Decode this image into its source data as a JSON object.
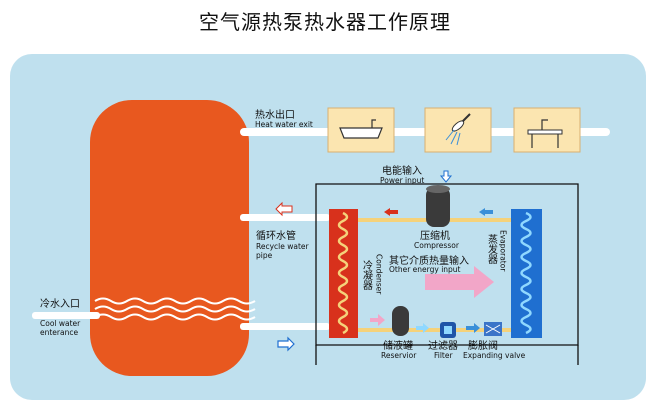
{
  "title": "空气源热泵热水器工作原理",
  "labels": {
    "hot_outlet_zh": "热水出口",
    "hot_outlet_en": "Heat water exit",
    "power_input_zh": "电能输入",
    "power_input_en": "Power input",
    "compressor_zh": "压缩机",
    "compressor_en": "Compressor",
    "recycle_zh": "循环水管",
    "recycle_en_1": "Recycle water",
    "recycle_en_2": "pipe",
    "condenser_zh": "冷凝器",
    "condenser_en": "Condenser",
    "other_energy_zh": "其它介质热量输入",
    "other_energy_en": "Other energy input",
    "evaporator_zh": "蒸发器",
    "evaporator_en": "Evaporator",
    "cool_inlet_zh": "冷水入口",
    "cool_inlet_en_1": "Cool water",
    "cool_inlet_en_2": "enterance",
    "reservior_zh": "储液罐",
    "reservior_en": "Reservior",
    "filter_zh": "过滤器",
    "filter_en": "Filter",
    "valve_zh": "膨胀阀",
    "valve_en": "Expanding valve"
  },
  "icons": [
    "bathtub-icon",
    "shower-icon",
    "sink-icon"
  ],
  "colors": {
    "panel": "#bfe0ee",
    "tank": "#e8581f",
    "condenser": "#d8311c",
    "evaporator": "#1f6fd0",
    "coil_hot": "#f5d27a",
    "coil_cold": "#8fd8ff",
    "pipe": "#ffffff",
    "energy_arrow": "#f2a6c8"
  }
}
